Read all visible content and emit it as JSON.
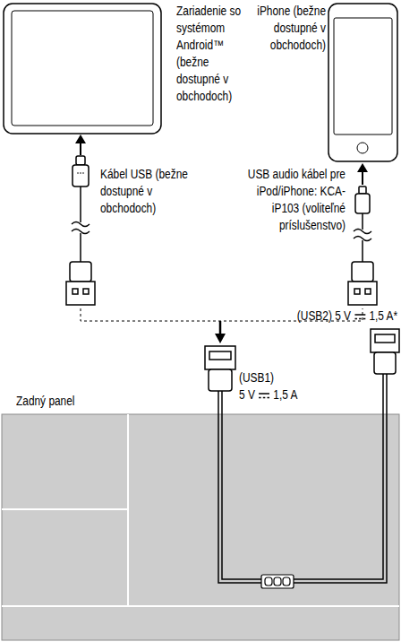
{
  "diagram": {
    "labels": [
      "Zariadenie so systémom Android™ (bežne dostupné v obchodoch)",
      "iPhone (bežne dostupné v obchodoch)",
      "Kábel USB (bežne dostupné v obchodoch)",
      "USB audio kábel pre iPod/iPhone: KCA-iP103 (voliteľné príslušenstvo)",
      "(USB2) 5 V",
      "1,5 A*",
      "(USB1)",
      "5 V",
      "1,5 A",
      "Zadný panel"
    ]
  }
}
